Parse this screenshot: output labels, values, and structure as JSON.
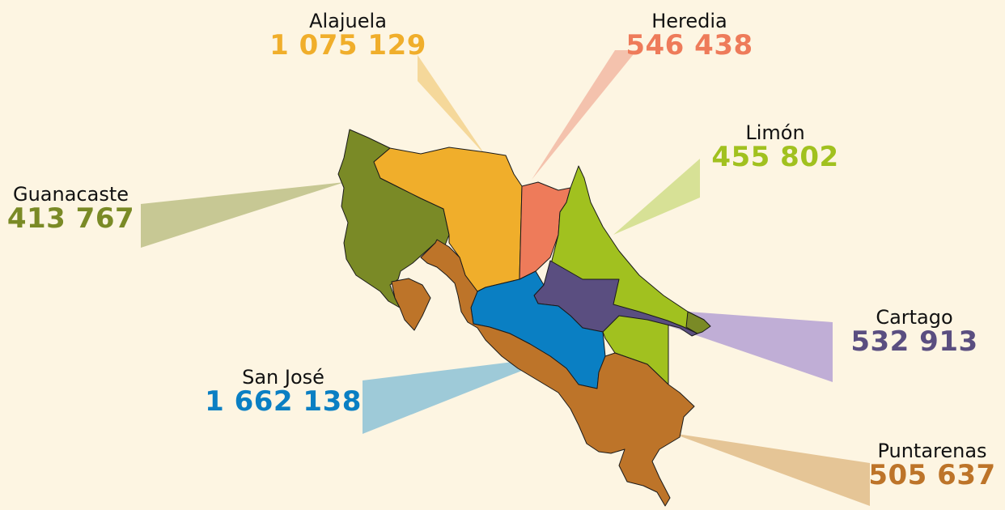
{
  "provinces": [
    {
      "id": "alajuela",
      "name": "Alajuela",
      "population": "1 075 129",
      "color": "#f0ae2b",
      "callout_color": "#f5d89a"
    },
    {
      "id": "heredia",
      "name": "Heredia",
      "population": "546 438",
      "color": "#ee7b5a",
      "callout_color": "#f4c2ad"
    },
    {
      "id": "limon",
      "name": "Limón",
      "population": "455 802",
      "color": "#a1c11f",
      "callout_color": "#d7e196"
    },
    {
      "id": "guanacaste",
      "name": "Guanacaste",
      "population": "413 767",
      "color": "#7a8a26",
      "callout_color": "#c7c894"
    },
    {
      "id": "cartago",
      "name": "Cartago",
      "population": "532 913",
      "color": "#5a4e80",
      "callout_color": "#c0aed6"
    },
    {
      "id": "san-jose",
      "name": "San José",
      "population": "1 662 138",
      "color": "#0a7fc3",
      "callout_color": "#9ecad8"
    },
    {
      "id": "puntarenas",
      "name": "Puntarenas",
      "population": "505 637",
      "color": "#bd7429",
      "callout_color": "#e5c596"
    }
  ]
}
